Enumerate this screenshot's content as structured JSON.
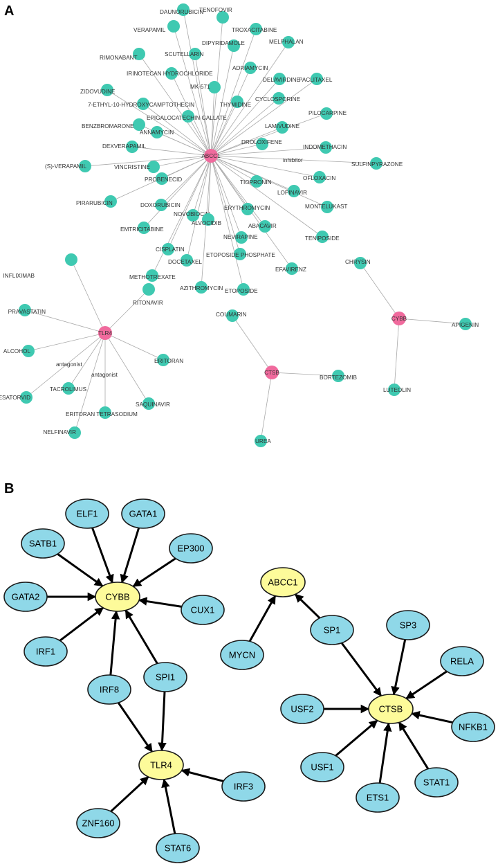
{
  "panels": {
    "a": "A",
    "b": "B"
  },
  "colors": {
    "drug_node": "#3fc9b1",
    "gene_node": "#f06a9d",
    "edge_a": "#a9a9a9",
    "tf_node": "#8fd8e8",
    "target_node": "#fdfb9a",
    "edge_b": "#000000"
  },
  "edge_labels": {
    "inhibitor": "inhibitor",
    "antagonist": "antagonist"
  },
  "panel_a": {
    "gene_nodes": [
      {
        "id": "ABCC1",
        "label": "ABCC1"
      },
      {
        "id": "TLR4",
        "label": "TLR4"
      },
      {
        "id": "CTSB",
        "label": "CTSB"
      },
      {
        "id": "CYBB",
        "label": "CYBB"
      }
    ],
    "drugs": [
      {
        "label": "DAUNORUBICIN",
        "target": "ABCC1"
      },
      {
        "label": "TENOFOVIR",
        "target": "ABCC1"
      },
      {
        "label": "VERAPAMIL",
        "target": "ABCC1"
      },
      {
        "label": "TROXACITABINE",
        "target": "ABCC1"
      },
      {
        "label": "DIPYRIDAMOLE",
        "target": "ABCC1"
      },
      {
        "label": "SCUTELLARIN",
        "target": "ABCC1"
      },
      {
        "label": "MELPHALAN",
        "target": "ABCC1"
      },
      {
        "label": "RIMONABANT",
        "target": "ABCC1"
      },
      {
        "label": "IRINOTECAN HYDROCHLORIDE",
        "target": "ABCC1"
      },
      {
        "label": "ADRIAMYCIN",
        "target": "ABCC1"
      },
      {
        "label": "MK-571",
        "target": "ABCC1"
      },
      {
        "label": "DELAVIRDINE",
        "target": "ABCC1"
      },
      {
        "label": "PACLITAXEL",
        "target": "ABCC1"
      },
      {
        "label": "ZIDOVUDINE",
        "target": "ABCC1"
      },
      {
        "label": "7-ETHYL-10-HYDROXYCAMPTOTHECIN",
        "target": "ABCC1"
      },
      {
        "label": "THYMIDINE",
        "target": "ABCC1"
      },
      {
        "label": "CYCLOSPORINE",
        "target": "ABCC1"
      },
      {
        "label": "EPIGALOCATECHIN GALLATE",
        "target": "ABCC1"
      },
      {
        "label": "PILOCARPINE",
        "target": "ABCC1"
      },
      {
        "label": "BENZBROMARONE",
        "target": "ABCC1"
      },
      {
        "label": "ANNAMYCIN",
        "target": "ABCC1"
      },
      {
        "label": "LAMIVUDINE",
        "target": "ABCC1"
      },
      {
        "label": "DEXVERAPAMIL",
        "target": "ABCC1"
      },
      {
        "label": "DROLOXIFENE",
        "target": "ABCC1"
      },
      {
        "label": "INDOMETHACIN",
        "target": "ABCC1"
      },
      {
        "label": "(S)-VERAPAMIL",
        "target": "ABCC1"
      },
      {
        "label": "VINCRISTINE",
        "target": "ABCC1"
      },
      {
        "label": "SULFINPYRAZONE",
        "target": "ABCC1"
      },
      {
        "label": "PROBENECID",
        "target": "ABCC1"
      },
      {
        "label": "OFLOXACIN",
        "target": "ABCC1"
      },
      {
        "label": "TIOPRONIN",
        "target": "ABCC1"
      },
      {
        "label": "LOPINAVIR",
        "target": "ABCC1"
      },
      {
        "label": "PIRARUBICIN",
        "target": "ABCC1"
      },
      {
        "label": "DOXORUBICIN",
        "target": "ABCC1"
      },
      {
        "label": "MONTELUKAST",
        "target": "ABCC1"
      },
      {
        "label": "NOVOBIOCIN",
        "target": "ABCC1"
      },
      {
        "label": "ERYTHROMYCIN",
        "target": "ABCC1"
      },
      {
        "label": "ALVOCIDIB",
        "target": "ABCC1"
      },
      {
        "label": "EMTRICITABINE",
        "target": "ABCC1"
      },
      {
        "label": "ABACAVIR",
        "target": "ABCC1"
      },
      {
        "label": "TENIPOSIDE",
        "target": "ABCC1"
      },
      {
        "label": "NEVIRAPINE",
        "target": "ABCC1"
      },
      {
        "label": "CISPLATIN",
        "target": "ABCC1"
      },
      {
        "label": "ETOPOSIDE PHOSPHATE",
        "target": "ABCC1"
      },
      {
        "label": "DOCETAXEL",
        "target": "ABCC1"
      },
      {
        "label": "EFAVIRENZ",
        "target": "ABCC1"
      },
      {
        "label": "METHOTREXATE",
        "target": "ABCC1"
      },
      {
        "label": "AZITHROMYCIN",
        "target": "ABCC1"
      },
      {
        "label": "ETOPOSIDE",
        "target": "ABCC1"
      },
      {
        "label": "INFLIXIMAB",
        "target": "TLR4"
      },
      {
        "label": "RITONAVIR",
        "target": "TLR4"
      },
      {
        "label": "PRAVASTATIN",
        "target": "TLR4"
      },
      {
        "label": "ALCOHOL",
        "target": "TLR4"
      },
      {
        "label": "ERITORAN",
        "target": "TLR4"
      },
      {
        "label": "RESATORVID",
        "target": "TLR4"
      },
      {
        "label": "TACROLIMUS",
        "target": "TLR4"
      },
      {
        "label": "SAQUINAVIR",
        "target": "TLR4"
      },
      {
        "label": "ERITORAN TETRASODIUM",
        "target": "TLR4"
      },
      {
        "label": "NELFINAVIR",
        "target": "TLR4"
      },
      {
        "label": "COUMARIN",
        "target": "CTSB"
      },
      {
        "label": "BORTEZOMIB",
        "target": "CTSB"
      },
      {
        "label": "UREA",
        "target": "CTSB"
      },
      {
        "label": "CHRYSIN",
        "target": "CYBB"
      },
      {
        "label": "APIGENIN",
        "target": "CYBB"
      },
      {
        "label": "LUTEOLIN",
        "target": "CYBB"
      }
    ]
  },
  "panel_b": {
    "targets": [
      {
        "id": "CYBB",
        "label": "CYBB"
      },
      {
        "id": "TLR4",
        "label": "TLR4"
      },
      {
        "id": "ABCC1",
        "label": "ABCC1"
      },
      {
        "id": "CTSB",
        "label": "CTSB"
      }
    ],
    "tfs": [
      {
        "id": "ELF1",
        "label": "ELF1"
      },
      {
        "id": "GATA1",
        "label": "GATA1"
      },
      {
        "id": "SATB1",
        "label": "SATB1"
      },
      {
        "id": "EP300",
        "label": "EP300"
      },
      {
        "id": "GATA2",
        "label": "GATA2"
      },
      {
        "id": "CUX1",
        "label": "CUX1"
      },
      {
        "id": "IRF1",
        "label": "IRF1"
      },
      {
        "id": "IRF8",
        "label": "IRF8"
      },
      {
        "id": "SPI1",
        "label": "SPI1"
      },
      {
        "id": "IRF3",
        "label": "IRF3"
      },
      {
        "id": "ZNF160",
        "label": "ZNF160"
      },
      {
        "id": "STAT6",
        "label": "STAT6"
      },
      {
        "id": "MYCN",
        "label": "MYCN"
      },
      {
        "id": "SP1",
        "label": "SP1"
      },
      {
        "id": "SP3",
        "label": "SP3"
      },
      {
        "id": "RELA",
        "label": "RELA"
      },
      {
        "id": "USF2",
        "label": "USF2"
      },
      {
        "id": "NFKB1",
        "label": "NFKB1"
      },
      {
        "id": "USF1",
        "label": "USF1"
      },
      {
        "id": "ETS1",
        "label": "ETS1"
      },
      {
        "id": "STAT1",
        "label": "STAT1"
      }
    ],
    "edges": [
      [
        "ELF1",
        "CYBB"
      ],
      [
        "GATA1",
        "CYBB"
      ],
      [
        "SATB1",
        "CYBB"
      ],
      [
        "EP300",
        "CYBB"
      ],
      [
        "GATA2",
        "CYBB"
      ],
      [
        "CUX1",
        "CYBB"
      ],
      [
        "IRF1",
        "CYBB"
      ],
      [
        "IRF8",
        "CYBB"
      ],
      [
        "SPI1",
        "CYBB"
      ],
      [
        "IRF8",
        "TLR4"
      ],
      [
        "SPI1",
        "TLR4"
      ],
      [
        "IRF3",
        "TLR4"
      ],
      [
        "ZNF160",
        "TLR4"
      ],
      [
        "STAT6",
        "TLR4"
      ],
      [
        "MYCN",
        "ABCC1"
      ],
      [
        "SP1",
        "ABCC1"
      ],
      [
        "SP1",
        "CTSB"
      ],
      [
        "SP3",
        "CTSB"
      ],
      [
        "RELA",
        "CTSB"
      ],
      [
        "USF2",
        "CTSB"
      ],
      [
        "NFKB1",
        "CTSB"
      ],
      [
        "USF1",
        "CTSB"
      ],
      [
        "ETS1",
        "CTSB"
      ],
      [
        "STAT1",
        "CTSB"
      ]
    ]
  }
}
